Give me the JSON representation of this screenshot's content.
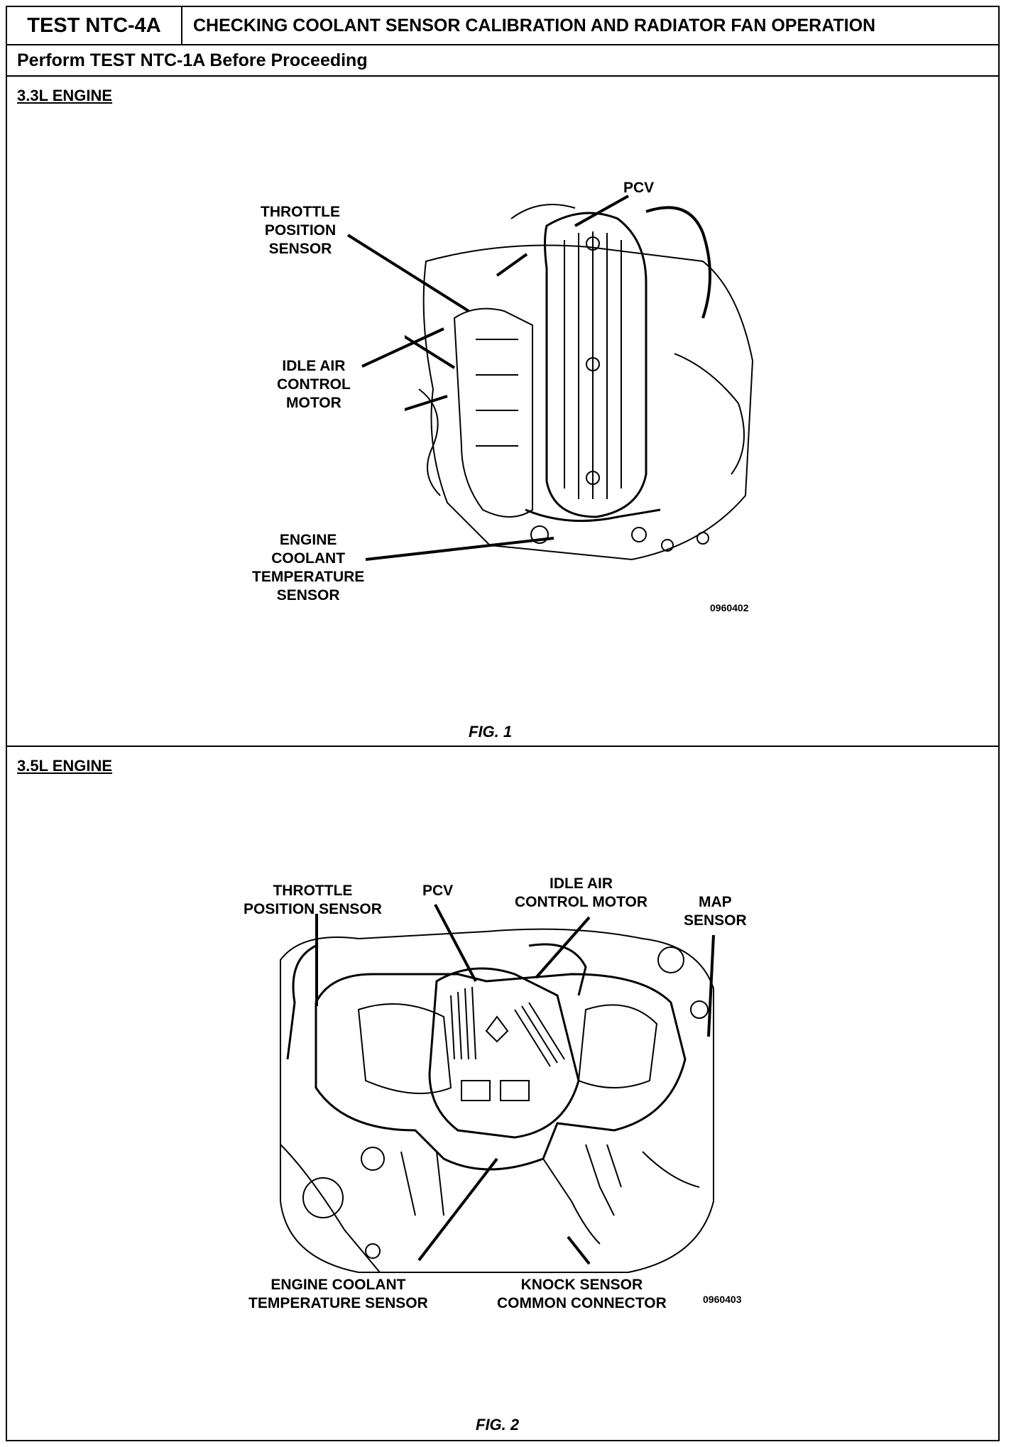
{
  "header": {
    "test_id": "TEST NTC-4A",
    "title": "CHECKING COOLANT SENSOR CALIBRATION AND RADIATOR FAN OPERATION",
    "subtitle": "Perform TEST NTC-1A Before Proceeding"
  },
  "section1": {
    "title": "3.3L ENGINE",
    "figure_caption": "FIG. 1",
    "image_code": "0960402",
    "labels": {
      "pcv": "PCV",
      "throttle_1": "THROTTLE",
      "throttle_2": "POSITION",
      "throttle_3": "SENSOR",
      "iac_1": "IDLE AIR",
      "iac_2": "CONTROL",
      "iac_3": "MOTOR",
      "ect_1": "ENGINE",
      "ect_2": "COOLANT",
      "ect_3": "TEMPERATURE",
      "ect_4": "SENSOR"
    }
  },
  "section2": {
    "title": "3.5L ENGINE",
    "figure_caption": "FIG. 2",
    "image_code": "0960403",
    "labels": {
      "tps_1": "THROTTLE",
      "tps_2": "POSITION SENSOR",
      "pcv": "PCV",
      "iac_1": "IDLE AIR",
      "iac_2": "CONTROL MOTOR",
      "map_1": "MAP",
      "map_2": "SENSOR",
      "ect_1": "ENGINE COOLANT",
      "ect_2": "TEMPERATURE SENSOR",
      "knock_1": "KNOCK SENSOR",
      "knock_2": "COMMON CONNECTOR"
    }
  }
}
